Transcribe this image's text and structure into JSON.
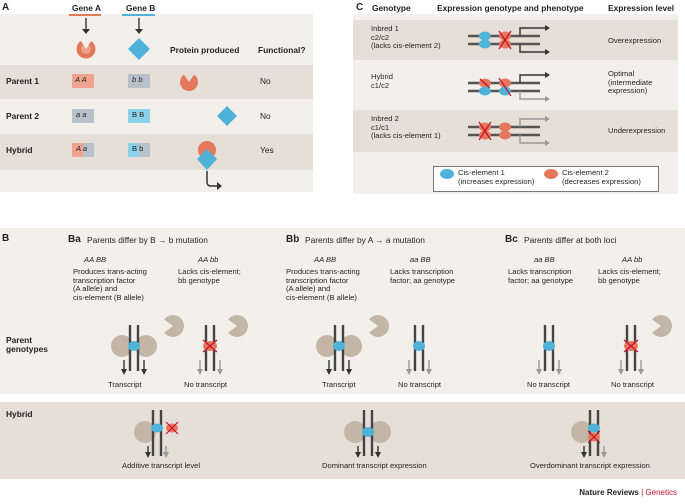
{
  "panel_a": {
    "letter": "A",
    "gene_a": "Gene A",
    "gene_b": "Gene B",
    "col_protein": "Protein produced",
    "col_functional": "Functional?",
    "rows": [
      {
        "label": "Parent 1",
        "a_geno": "A A",
        "b_geno": "b b",
        "functional": "No"
      },
      {
        "label": "Parent 2",
        "a_geno": "a a",
        "b_geno": "B B",
        "functional": "No"
      },
      {
        "label": "Hybrid",
        "a_geno": "A a",
        "b_geno": "B b",
        "functional": "Yes"
      }
    ]
  },
  "panel_c": {
    "letter": "C",
    "col_genotype": "Genotype",
    "col_expr": "Expression genotype and phenotype",
    "col_level": "Expression level",
    "rows": [
      {
        "genotype": "Inbred 1\nc2/c2\n(lacks cis-element 2)",
        "level": "Overexpression"
      },
      {
        "genotype": "Hybrid\nc1/c2",
        "level": "Optimal\n(intermediate\nexpression)"
      },
      {
        "genotype": "Inbred 2\nc1/c1\n(lacks cis-element 1)",
        "level": "Underexpression"
      }
    ],
    "legend": [
      {
        "name": "Cis-element 1\n(increases expression)",
        "color": "#4fb3d9"
      },
      {
        "name": "Cis-element 2\n(decreases expression)",
        "color": "#e4775c"
      }
    ]
  },
  "panel_b": {
    "letter": "B",
    "row_parent": "Parent\ngenotypes",
    "row_hybrid": "Hybrid",
    "sub": [
      {
        "tag": "Ba",
        "title": "Parents differ by B → b mutation",
        "geno1": "AA BB",
        "desc1": "Produces trans-acting\ntranscription factor\n(A allele) and\ncis-element (B allele)",
        "out1": "Transcript",
        "geno2": "AA bb",
        "desc2": "Lacks cis-element;\nbb genotype",
        "out2": "No transcript",
        "hybrid": "Additive transcript level"
      },
      {
        "tag": "Bb",
        "title": "Parents differ by A → a mutation",
        "geno1": "AA BB",
        "desc1": "Produces trans-acting\ntranscription factor\n(A allele) and\ncis-element (B allele)",
        "out1": "Transcript",
        "geno2": "aa BB",
        "desc2": "Lacks transcription\nfactor; aa genotype",
        "out2": "No transcript",
        "hybrid": "Dominant transcript expression"
      },
      {
        "tag": "Bc",
        "title": "Parents differ at both loci",
        "geno1": "aa BB",
        "desc1": "Lacks transcription\nfactor; aa genotype",
        "out1": "No transcript",
        "geno2": "AA bb",
        "desc2": "Lacks cis-element;\nbb genotype",
        "out2": "No transcript",
        "hybrid": "Overdominant transcript expression"
      }
    ]
  },
  "footer": {
    "journal": "Nature Reviews",
    "separator": "|",
    "section": "Genetics"
  },
  "colors": {
    "band": "#e8e2db",
    "band_light": "#f3f0ec",
    "gene_a": "#e4775c",
    "gene_b": "#4fb3d9",
    "brand": "#c8102e"
  }
}
